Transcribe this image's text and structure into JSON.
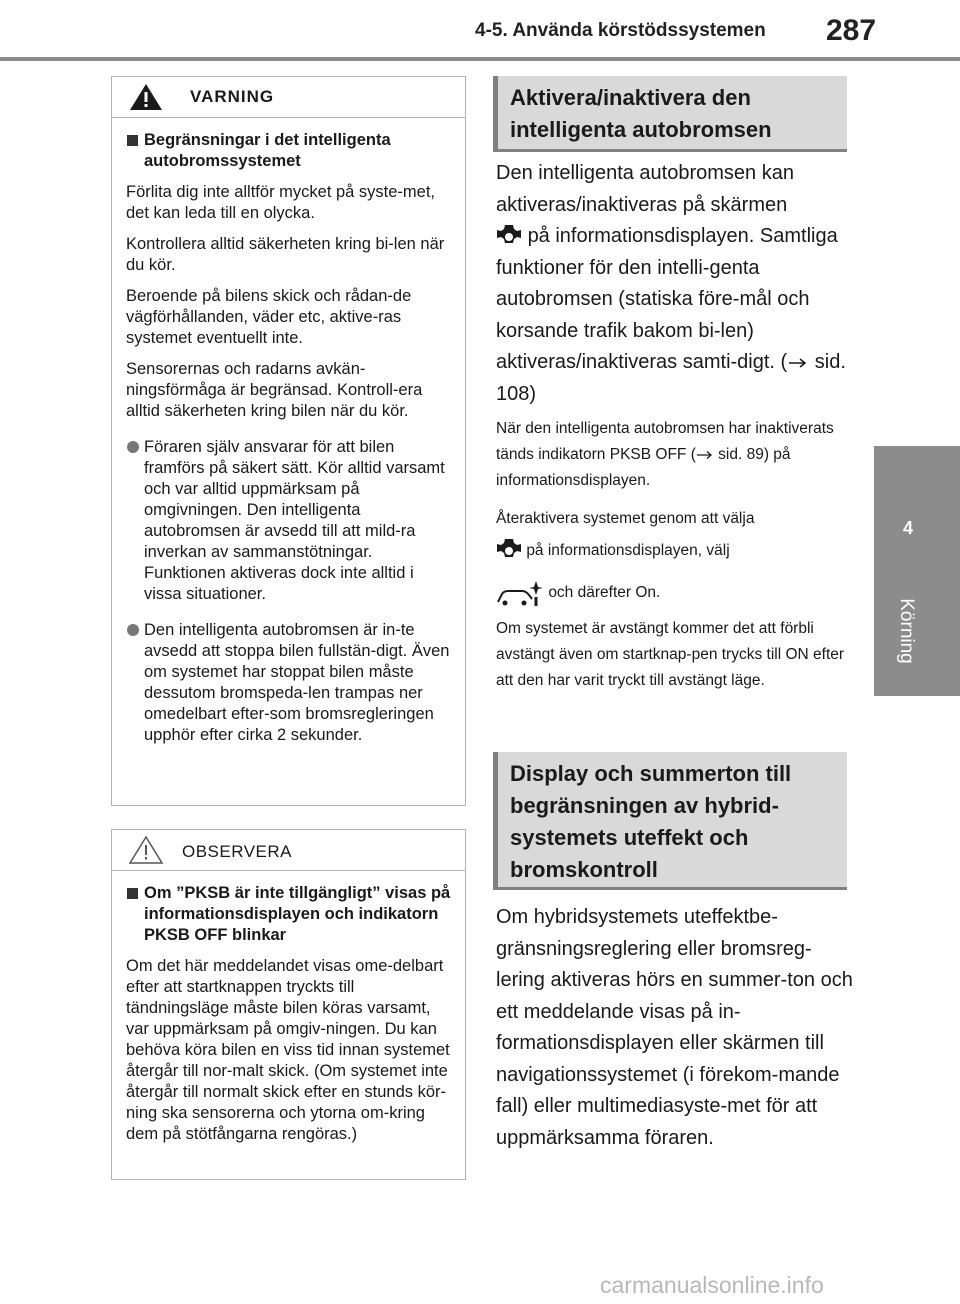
{
  "header": {
    "section": "4-5. Använda körstödssystemen",
    "page_number": "287"
  },
  "side_tab": {
    "number": "4",
    "label": "Körning"
  },
  "warning_box": {
    "title": "VARNING",
    "heading": "Begränsningar i det intelligenta autobromssystemet",
    "paragraphs": [
      "Förlita dig inte alltför mycket på syste-met, det kan leda till en olycka.",
      "Kontrollera alltid säkerheten kring bi-len när du kör.",
      "Beroende på bilens skick och rådan-de vägförhållanden, väder etc, aktive-ras systemet eventuellt inte.",
      "Sensorernas och radarns avkän-ningsförmåga är begränsad. Kontroll-era alltid säkerheten kring bilen när du kör."
    ],
    "bullets": [
      "Föraren själv ansvarar för att bilen framförs på säkert sätt. Kör alltid varsamt och var alltid uppmärksam på omgivningen. Den intelligenta autobromsen är avsedd till att mild-ra inverkan av sammanstötningar. Funktionen aktiveras dock inte alltid i vissa situationer.",
      "Den intelligenta autobromsen är in-te avsedd att stoppa bilen fullstän-digt. Även om systemet har stoppat bilen måste dessutom bromspeda-len trampas ner omedelbart efter-som bromsregleringen upphör efter cirka 2 sekunder."
    ]
  },
  "notice_box": {
    "title": "OBSERVERA",
    "heading": "Om ”PKSB är inte tillgängligt” visas på informationsdisplayen och indikatorn PKSB OFF blinkar",
    "paragraph": "Om det här meddelandet visas ome-delbart efter att startknappen tryckts till tändningsläge måste bilen köras varsamt, var uppmärksam på omgiv-ningen. Du kan behöva köra bilen en viss tid innan systemet återgår till nor-malt skick. (Om systemet inte återgår till normalt skick efter en stunds kör-ning ska sensorerna och ytorna om-kring dem på stötfångarna rengöras.)"
  },
  "section1": {
    "heading": "Aktivera/inaktivera den intelligenta autobromsen",
    "p1_before_icon": "Den intelligenta autobromsen kan aktiveras/inaktiveras på skärmen",
    "p1_after_icon": "på informationsdisplayen. Samtliga funktioner för den intelli-genta autobromsen (statiska före-mål och korsande trafik bakom bi-len) aktiveras/inaktiveras samti-digt. (",
    "p1_ref": "sid. 108)",
    "p2": "När den intelligenta autobromsen har inaktiverats tänds indikatorn PKSB OFF (",
    "p2_ref": "sid. 89) på informationsdisplayen.",
    "p3_line1": "Återaktivera systemet genom att välja",
    "p3_line2": "på informationsdisplayen, välj",
    "p3_line3": "och därefter On.",
    "p4": "Om systemet är avstängt kommer det att förbli avstängt även om startknap-pen trycks till ON efter att den har varit tryckt till avstängt läge."
  },
  "section2": {
    "heading": "Display och summerton till begränsningen av hybrid-systemets uteffekt och bromskontroll",
    "paragraph": "Om hybridsystemets uteffektbe-gränsningsreglering eller bromsreg-lering aktiveras hörs en summer-ton och ett meddelande visas på in-formationsdisplayen eller skärmen till navigationssystemet (i förekom-mande fall) eller multimediasyste-met för att uppmärksamma föraren."
  },
  "watermark": "carmanualsonline.info",
  "icons": [
    "warning-triangle-icon",
    "caution-triangle-icon",
    "settings-gear-icon",
    "car-assist-icon",
    "arrow-right-icon"
  ],
  "colors": {
    "header_rule": "#8c8c8c",
    "section_fill": "#d9d9d9",
    "section_border": "#808080",
    "box_border": "#b3b3b3"
  }
}
